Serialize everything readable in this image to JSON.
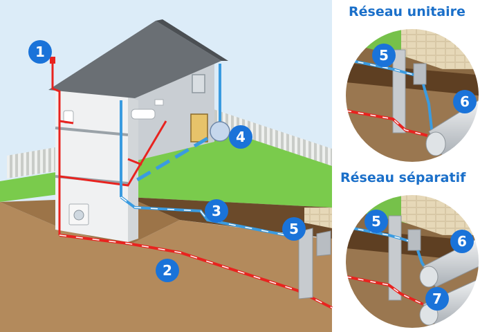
{
  "headings": {
    "unitary": "Réseau unitaire",
    "separate": "Réseau séparatif"
  },
  "markers": {
    "roof_vent": "1",
    "wastewater_main": "2",
    "rainwater_main": "3",
    "downpipe_tank": "4",
    "inspection_box_main": "5",
    "inspection_box_unitary": "5",
    "combined_sewer": "6",
    "inspection_box_separate": "5",
    "rain_sewer": "6",
    "waste_sewer": "7"
  },
  "colors": {
    "marker": "#1a73d9",
    "heading": "#1a6fc9",
    "wastewater_pipe": "#e8231f",
    "rainwater_pipe": "#3a9be0"
  }
}
